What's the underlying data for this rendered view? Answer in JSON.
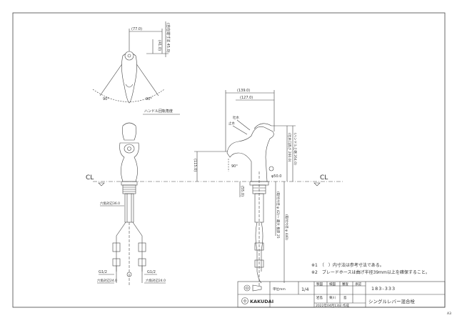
{
  "top_view": {
    "dimensions": [
      "(77.0)",
      "(41.0)",
      "(自在端寸法 45.0)"
    ],
    "angles": [
      "90°",
      "90°"
    ],
    "caption": "ハンドル回転角度"
  },
  "side_view": {
    "dimensions": [
      "(139.0)",
      "(127.0)",
      "(115.0)",
      "(吐水口高さ 260.0)",
      "(ハンドル上端 264.0)",
      "φ50.0",
      "(55.0)",
      "(取付穴径 φ 42)～ 最大 板厚 25",
      "(取付穴径 φ 440)"
    ],
    "labels": [
      "吐水",
      "止水",
      "90°"
    ]
  },
  "front_view": {
    "labels": [
      "六角対辺36.0",
      "G1/2",
      "G1/2",
      "六角対辺24.0",
      "六角対辺24.0"
    ]
  },
  "centerline": {
    "left": "CL",
    "right": "CL"
  },
  "notes": [
    "※1　（　）内寸法は参考寸法である。",
    "※2　ブレードホースは曲げ半径39mm以上を確保すること。"
  ],
  "title_block": {
    "unit_label": "単位mm",
    "scale": "1/4",
    "row1": [
      "製図",
      "検図",
      "審査",
      "承認"
    ],
    "row2": [
      "岩島",
      "栗川",
      "島"
    ],
    "code": "183-333",
    "brand": "KAKUDAI",
    "date": "2022年04月13日 作成",
    "product_name": "シングルレバー混合栓"
  },
  "sheet_size": "A3"
}
